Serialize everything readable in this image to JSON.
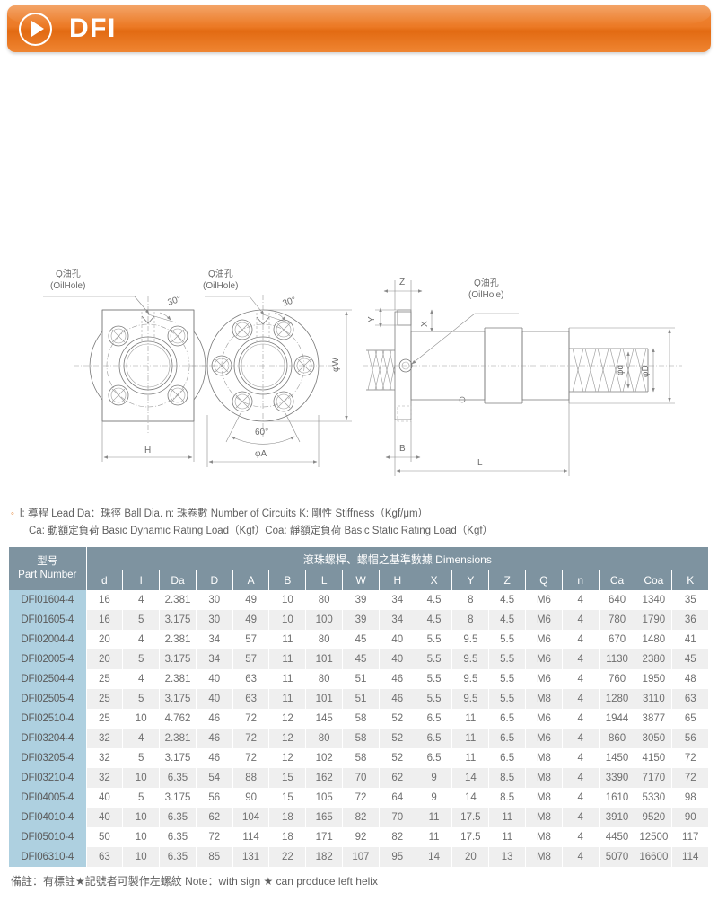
{
  "banner": {
    "title": "DFI",
    "icon": "play-arrow-icon"
  },
  "drawing": {
    "labels": {
      "oil_hole_cn": "Q油孔",
      "oil_hole_en": "(OilHole)",
      "angle_30": "30°",
      "angle_60": "60°",
      "dim_H": "H",
      "dim_phiA": "φA",
      "dim_phiW": "φW",
      "dim_Z": "Z",
      "dim_Y": "Y",
      "dim_X": "X",
      "dim_B": "B",
      "dim_L": "L",
      "dim_phid": "φd",
      "dim_phiD": "φD"
    }
  },
  "legend": {
    "line1": "l: 導程 Lead  Da：珠徑 Ball Dia. n: 珠卷數 Number of Circuits  K: 剛性 Stiffness（Kgf/μm）",
    "line2": "Ca: 動額定負荷 Basic Dynamic Rating Load（Kgf）Coa: 靜額定負荷 Basic Static Rating Load（Kgf）"
  },
  "table": {
    "part_number_header_cn": "型号",
    "part_number_header_en": "Part Number",
    "group_header": "滾珠螺桿、螺帽之基準數據  Dimensions",
    "columns": [
      "d",
      "l",
      "Da",
      "D",
      "A",
      "B",
      "L",
      "W",
      "H",
      "X",
      "Y",
      "Z",
      "Q",
      "n",
      "Ca",
      "Coa",
      "K"
    ],
    "rows": [
      {
        "part": "DFI01604-4",
        "values": [
          "16",
          "4",
          "2.381",
          "30",
          "49",
          "10",
          "80",
          "39",
          "34",
          "4.5",
          "8",
          "4.5",
          "M6",
          "4",
          "640",
          "1340",
          "35"
        ]
      },
      {
        "part": "DFI01605-4",
        "values": [
          "16",
          "5",
          "3.175",
          "30",
          "49",
          "10",
          "100",
          "39",
          "34",
          "4.5",
          "8",
          "4.5",
          "M6",
          "4",
          "780",
          "1790",
          "36"
        ]
      },
      {
        "part": "DFI02004-4",
        "values": [
          "20",
          "4",
          "2.381",
          "34",
          "57",
          "11",
          "80",
          "45",
          "40",
          "5.5",
          "9.5",
          "5.5",
          "M6",
          "4",
          "670",
          "1480",
          "41"
        ]
      },
      {
        "part": "DFI02005-4",
        "values": [
          "20",
          "5",
          "3.175",
          "34",
          "57",
          "11",
          "101",
          "45",
          "40",
          "5.5",
          "9.5",
          "5.5",
          "M6",
          "4",
          "1130",
          "2380",
          "45"
        ]
      },
      {
        "part": "DFI02504-4",
        "values": [
          "25",
          "4",
          "2.381",
          "40",
          "63",
          "11",
          "80",
          "51",
          "46",
          "5.5",
          "9.5",
          "5.5",
          "M6",
          "4",
          "760",
          "1950",
          "48"
        ]
      },
      {
        "part": "DFI02505-4",
        "values": [
          "25",
          "5",
          "3.175",
          "40",
          "63",
          "11",
          "101",
          "51",
          "46",
          "5.5",
          "9.5",
          "5.5",
          "M8",
          "4",
          "1280",
          "3110",
          "63"
        ]
      },
      {
        "part": "DFI02510-4",
        "values": [
          "25",
          "10",
          "4.762",
          "46",
          "72",
          "12",
          "145",
          "58",
          "52",
          "6.5",
          "11",
          "6.5",
          "M6",
          "4",
          "1944",
          "3877",
          "65"
        ]
      },
      {
        "part": "DFI03204-4",
        "values": [
          "32",
          "4",
          "2.381",
          "46",
          "72",
          "12",
          "80",
          "58",
          "52",
          "6.5",
          "11",
          "6.5",
          "M6",
          "4",
          "860",
          "3050",
          "56"
        ]
      },
      {
        "part": "DFI03205-4",
        "values": [
          "32",
          "5",
          "3.175",
          "46",
          "72",
          "12",
          "102",
          "58",
          "52",
          "6.5",
          "11",
          "6.5",
          "M8",
          "4",
          "1450",
          "4150",
          "72"
        ]
      },
      {
        "part": "DFI03210-4",
        "values": [
          "32",
          "10",
          "6.35",
          "54",
          "88",
          "15",
          "162",
          "70",
          "62",
          "9",
          "14",
          "8.5",
          "M8",
          "4",
          "3390",
          "7170",
          "72"
        ]
      },
      {
        "part": "DFI04005-4",
        "values": [
          "40",
          "5",
          "3.175",
          "56",
          "90",
          "15",
          "105",
          "72",
          "64",
          "9",
          "14",
          "8.5",
          "M8",
          "4",
          "1610",
          "5330",
          "98"
        ]
      },
      {
        "part": "DFI04010-4",
        "values": [
          "40",
          "10",
          "6.35",
          "62",
          "104",
          "18",
          "165",
          "82",
          "70",
          "11",
          "17.5",
          "11",
          "M8",
          "4",
          "3910",
          "9520",
          "90"
        ]
      },
      {
        "part": "DFI05010-4",
        "values": [
          "50",
          "10",
          "6.35",
          "72",
          "114",
          "18",
          "171",
          "92",
          "82",
          "11",
          "17.5",
          "11",
          "M8",
          "4",
          "4450",
          "12500",
          "117"
        ]
      },
      {
        "part": "DFI06310-4",
        "values": [
          "63",
          "10",
          "6.35",
          "85",
          "131",
          "22",
          "182",
          "107",
          "95",
          "14",
          "20",
          "13",
          "M8",
          "4",
          "5070",
          "16600",
          "114"
        ]
      }
    ]
  },
  "footer": {
    "note": "備註：有標註★記號者可製作左螺紋 Note：with sign ★ can produce left helix"
  },
  "colors": {
    "banner_orange": "#ec7a26",
    "table_header": "#7e93a0",
    "part_number_cell": "#aed0e0",
    "row_stripe": "#efefef"
  }
}
